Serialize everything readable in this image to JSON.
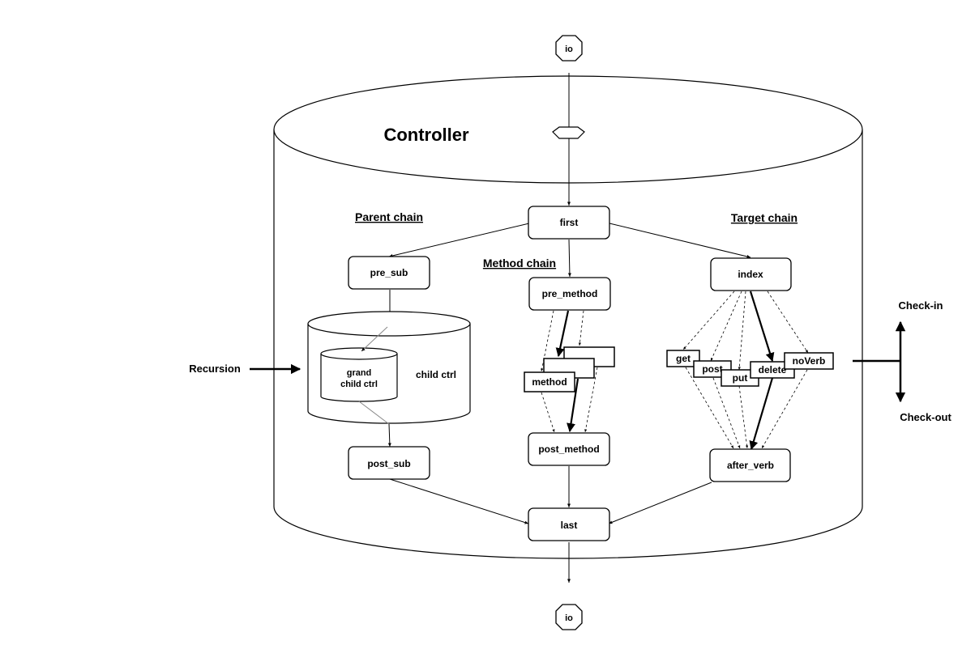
{
  "title": "Controller",
  "io_top": "io",
  "io_bottom": "io",
  "headings": {
    "parent_chain": "Parent chain",
    "method_chain": "Method chain",
    "target_chain": "Target chain"
  },
  "nodes": {
    "first": "first",
    "pre_sub": "pre_sub",
    "grand_child_line1": "grand",
    "grand_child_line2": "child ctrl",
    "child_ctrl": "child ctrl",
    "post_sub": "post_sub",
    "pre_method": "pre_method",
    "method": "method",
    "post_method": "post_method",
    "index": "index",
    "get": "get",
    "post": "post",
    "put": "put",
    "delete": "delete",
    "noVerb": "noVerb",
    "after_verb": "after_verb",
    "last": "last"
  },
  "side_labels": {
    "recursion": "Recursion",
    "check_in": "Check-in",
    "check_out": "Check-out"
  }
}
